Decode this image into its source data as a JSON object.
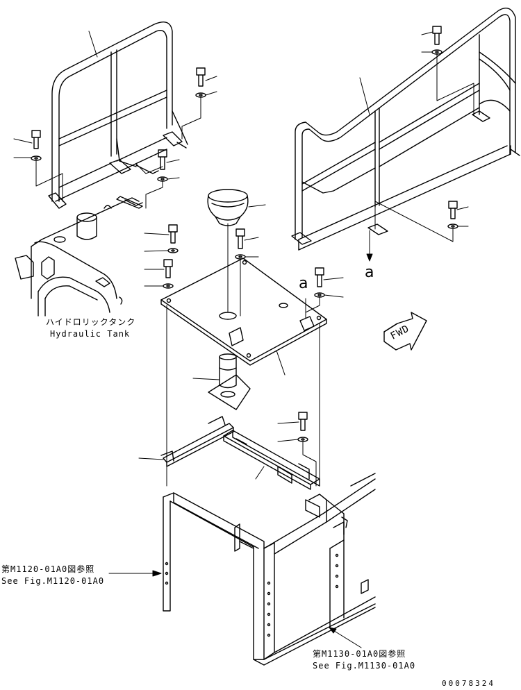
{
  "labels": {
    "hydraulic_tank_ja": "ハイドロリックタンク",
    "hydraulic_tank_en": "Hydraulic Tank",
    "ref_1120_ja": "第M1120-01A0図参照",
    "ref_1120_en": "See Fig.M1120-01A0",
    "ref_1130_ja": "第M1130-01A0図参照",
    "ref_1130_en": "See Fig.M1130-01A0",
    "detail_a_top": "a",
    "detail_a_side": "a",
    "fwd": "FWD",
    "drawing_code": "00078324"
  },
  "colors": {
    "line": "#000000",
    "background": "#ffffff"
  }
}
